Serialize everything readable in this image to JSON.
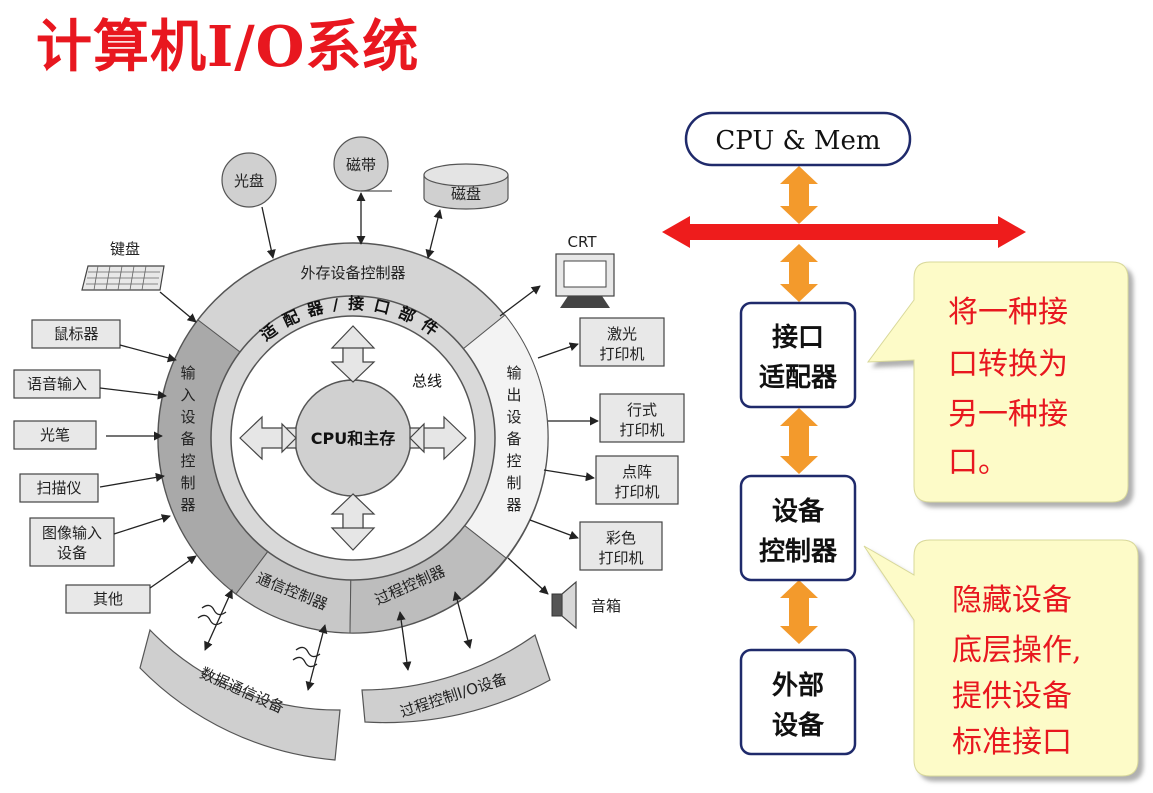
{
  "title": "计算机I/O系统",
  "ring": {
    "outer_top": "外存设备控制器",
    "input_ctrl": [
      "输",
      "入",
      "设",
      "备",
      "控",
      "制",
      "器"
    ],
    "output_ctrl": [
      "输",
      "出",
      "设",
      "备",
      "控",
      "制",
      "器"
    ],
    "comm_ctrl": "通信控制器",
    "process_ctrl": "过程控制器",
    "adapter": "适配器/接口部件",
    "bus": "总线",
    "core": "CPU和主存"
  },
  "devices": {
    "optical_disk": "光盘",
    "tape": "磁带",
    "disk": "磁盘",
    "keyboard": "键盘",
    "crt": "CRT",
    "mouse": "鼠标器",
    "voice_input": "语音输入",
    "light_pen": "光笔",
    "scanner": "扫描仪",
    "image_input": [
      "图像输入",
      "设备"
    ],
    "other": "其他",
    "laser_printer": [
      "激光",
      "打印机"
    ],
    "line_printer": [
      "行式",
      "打印机"
    ],
    "dot_printer": [
      "点阵",
      "打印机"
    ],
    "color_printer": [
      "彩色",
      "打印机"
    ],
    "speaker": "音箱",
    "data_comm": "数据通信设备",
    "process_io": "过程控制I/O设备"
  },
  "layers": {
    "cpu_mem": "CPU & Mem",
    "adapter": [
      "接口",
      "适配器"
    ],
    "controller": [
      "设备",
      "控制器"
    ],
    "external": [
      "外部",
      "设备"
    ]
  },
  "callouts": {
    "adapter_note": [
      "将一种接",
      "口转换为",
      "另一种接",
      "口。"
    ],
    "controller_note": [
      "隐藏设备",
      "底层操作,",
      "提供设备",
      "标准接口"
    ]
  },
  "colors": {
    "title": "#e8171f",
    "bus_arrow": "#ee1c1c",
    "connector_arrow": "#f39a2c",
    "box_border": "#1f2a6b",
    "callout_fill": "#fdfbc8",
    "callout_text": "#e8171f"
  }
}
